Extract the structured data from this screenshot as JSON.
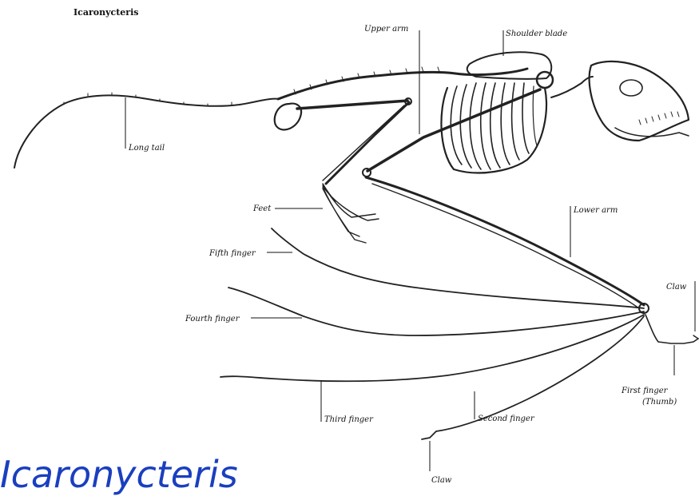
{
  "diagram": {
    "header_title": "Icaronycteris",
    "big_title": "Icaronycteris",
    "colors": {
      "big_title": "#1a3fbf",
      "lines": "#222222"
    },
    "labels": {
      "upper_arm": "Upper arm",
      "shoulder_blade": "Shoulder blade",
      "long_tail": "Long tail",
      "feet": "Feet",
      "lower_arm": "Lower arm",
      "fifth_finger": "Fifth finger",
      "fourth_finger": "Fourth finger",
      "third_finger": "Third finger",
      "second_finger": "Second finger",
      "claw_right": "Claw",
      "first_finger_line1": "First finger",
      "first_finger_line2": "(Thumb)",
      "claw_bottom": "Claw"
    }
  }
}
